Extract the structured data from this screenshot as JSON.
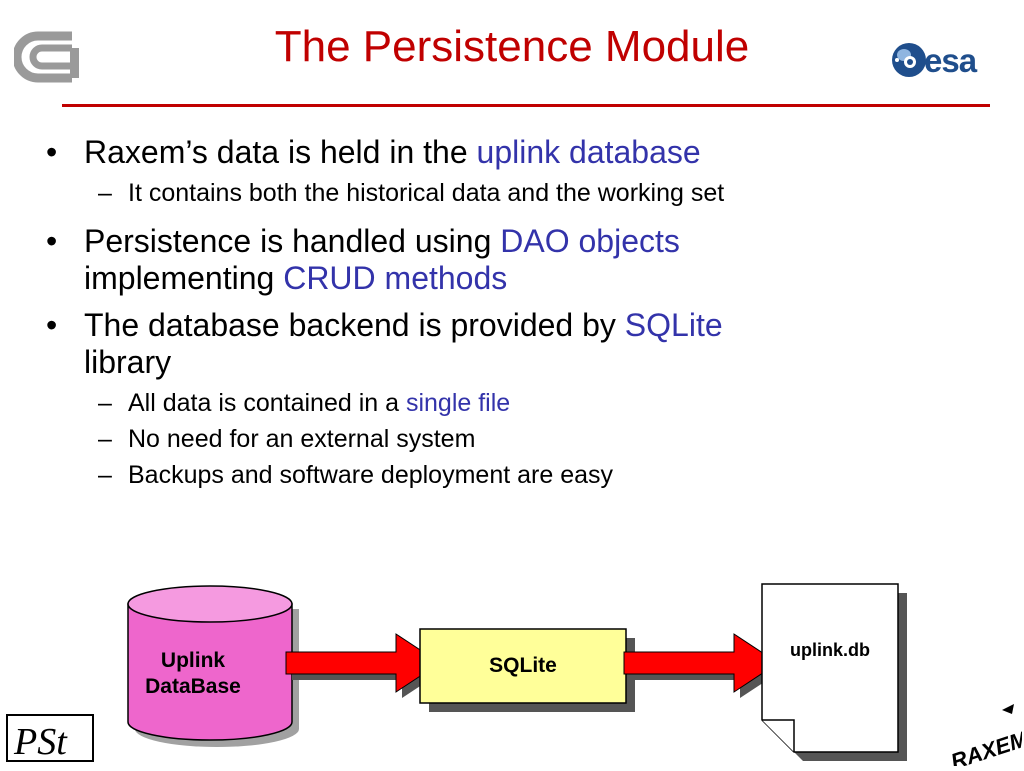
{
  "slide": {
    "title": "The Persistence Module",
    "bullets": [
      {
        "parts": [
          "Raxem’s data is held in the ",
          "uplink database"
        ],
        "subs": [
          {
            "parts": [
              "It contains both the historical data and the working set"
            ]
          }
        ]
      },
      {
        "parts": [
          "Persistence is handled using ",
          "DAO objects",
          "implementing ",
          "CRUD methods"
        ],
        "subs": []
      },
      {
        "parts": [
          "The database backend is provided by ",
          "SQLite",
          "library"
        ],
        "subs": [
          {
            "parts": [
              "All data is contained in a ",
              "single file"
            ]
          },
          {
            "parts": [
              "No need for an external system"
            ]
          },
          {
            "parts": [
              "Backups and software deployment are easy"
            ]
          }
        ]
      }
    ],
    "bullet_glyph": "•",
    "sub_glyph": "–"
  },
  "diagram": {
    "database_label_line1": "Uplink",
    "database_label_line2": "DataBase",
    "sqlite_label": "SQLite",
    "file_label": "uplink.db"
  },
  "logos": {
    "left_top": "cnr-logo",
    "esa_text": "esa",
    "left_bottom_text": "PSt",
    "right_bottom_text": "RAXEM"
  },
  "colors": {
    "title": "#c00000",
    "highlight": "#3333aa",
    "database_fill": "#ee66cc",
    "sqlite_fill": "#ffff99",
    "arrow_fill": "#ff0000"
  }
}
